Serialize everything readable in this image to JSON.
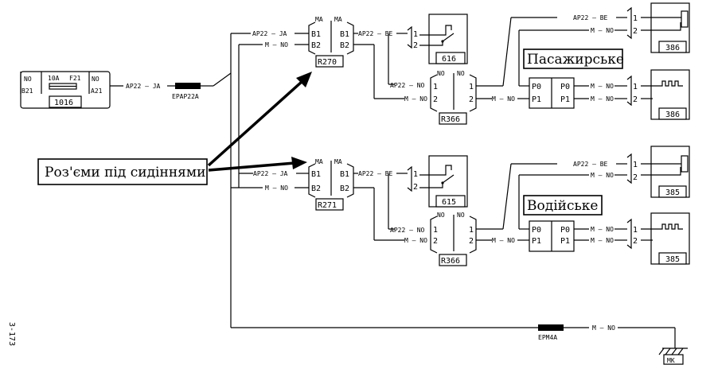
{
  "components": {
    "fuse_block": {
      "id": "1016",
      "rating": "10A",
      "pin_in": "B21",
      "pin_out": "A21",
      "code": "F21",
      "wire_in": "NO",
      "wire_out": "NO"
    },
    "splice_top": "EPAP22A",
    "splice_bottom": "EPM4A",
    "ground": "MK",
    "connector_r270": "R270",
    "connector_r271": "R271",
    "connector_r366": "R366",
    "switch_616": "616",
    "switch_615": "615",
    "heater_386": "386",
    "heater_385": "385"
  },
  "labels": {
    "passenger": "Пасажирське",
    "driver": "Водійське",
    "connectors_under_seats": "Роз'єми під сидіннями",
    "page_number": "3-173"
  },
  "wires": {
    "ap22_ja": "AP22 — JA",
    "m_no": "M — NO",
    "ap22_be": "AP22 — BE",
    "ap22_no": "AP22 — NO",
    "ap22_be_short": "AP22 — BE",
    "m_no_short": "M — NO",
    "m_no_bottom": "M — NO"
  },
  "pins": {
    "ma": "MA",
    "b1": "B1",
    "b2": "B2",
    "no": "NO",
    "p0": "P0",
    "p1": "P1",
    "one": "1",
    "two": "2"
  }
}
